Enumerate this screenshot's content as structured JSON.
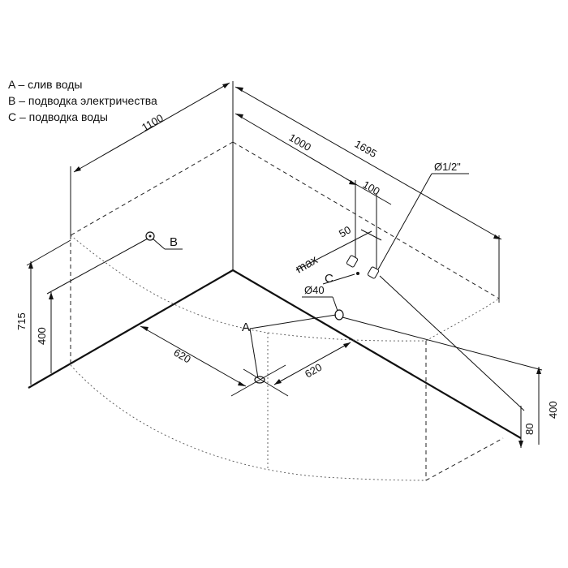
{
  "legend": {
    "a": "A – слив воды",
    "b": "B – подводка электричества",
    "c": "C – подводка воды"
  },
  "dimensions": {
    "d1100": "1100",
    "d1000": "1000",
    "d1695": "1695",
    "d100": "100",
    "d50": "50",
    "dmax": "max",
    "dpipe": "Ø1/2\"",
    "d40": "Ø40",
    "d715": "715",
    "d400_left": "400",
    "d620_left": "620",
    "d620_right": "620",
    "d400_right": "400",
    "d80": "80"
  },
  "labels": {
    "a": "A",
    "b": "B",
    "c": "C"
  }
}
